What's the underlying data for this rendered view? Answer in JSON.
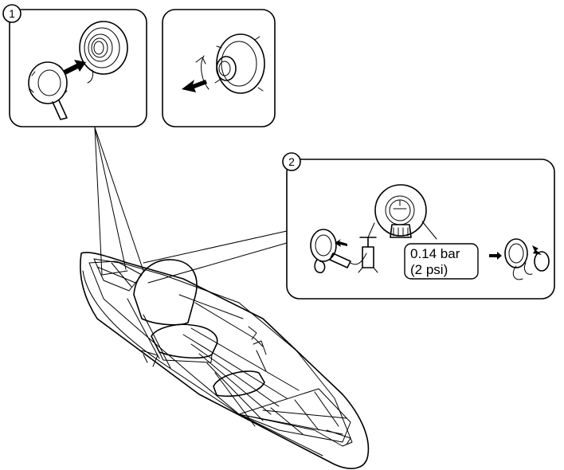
{
  "steps": [
    {
      "number": "1"
    },
    {
      "number": "2"
    }
  ],
  "pressure": {
    "line1": "0.14 bar",
    "line2": "(2 psi)"
  }
}
